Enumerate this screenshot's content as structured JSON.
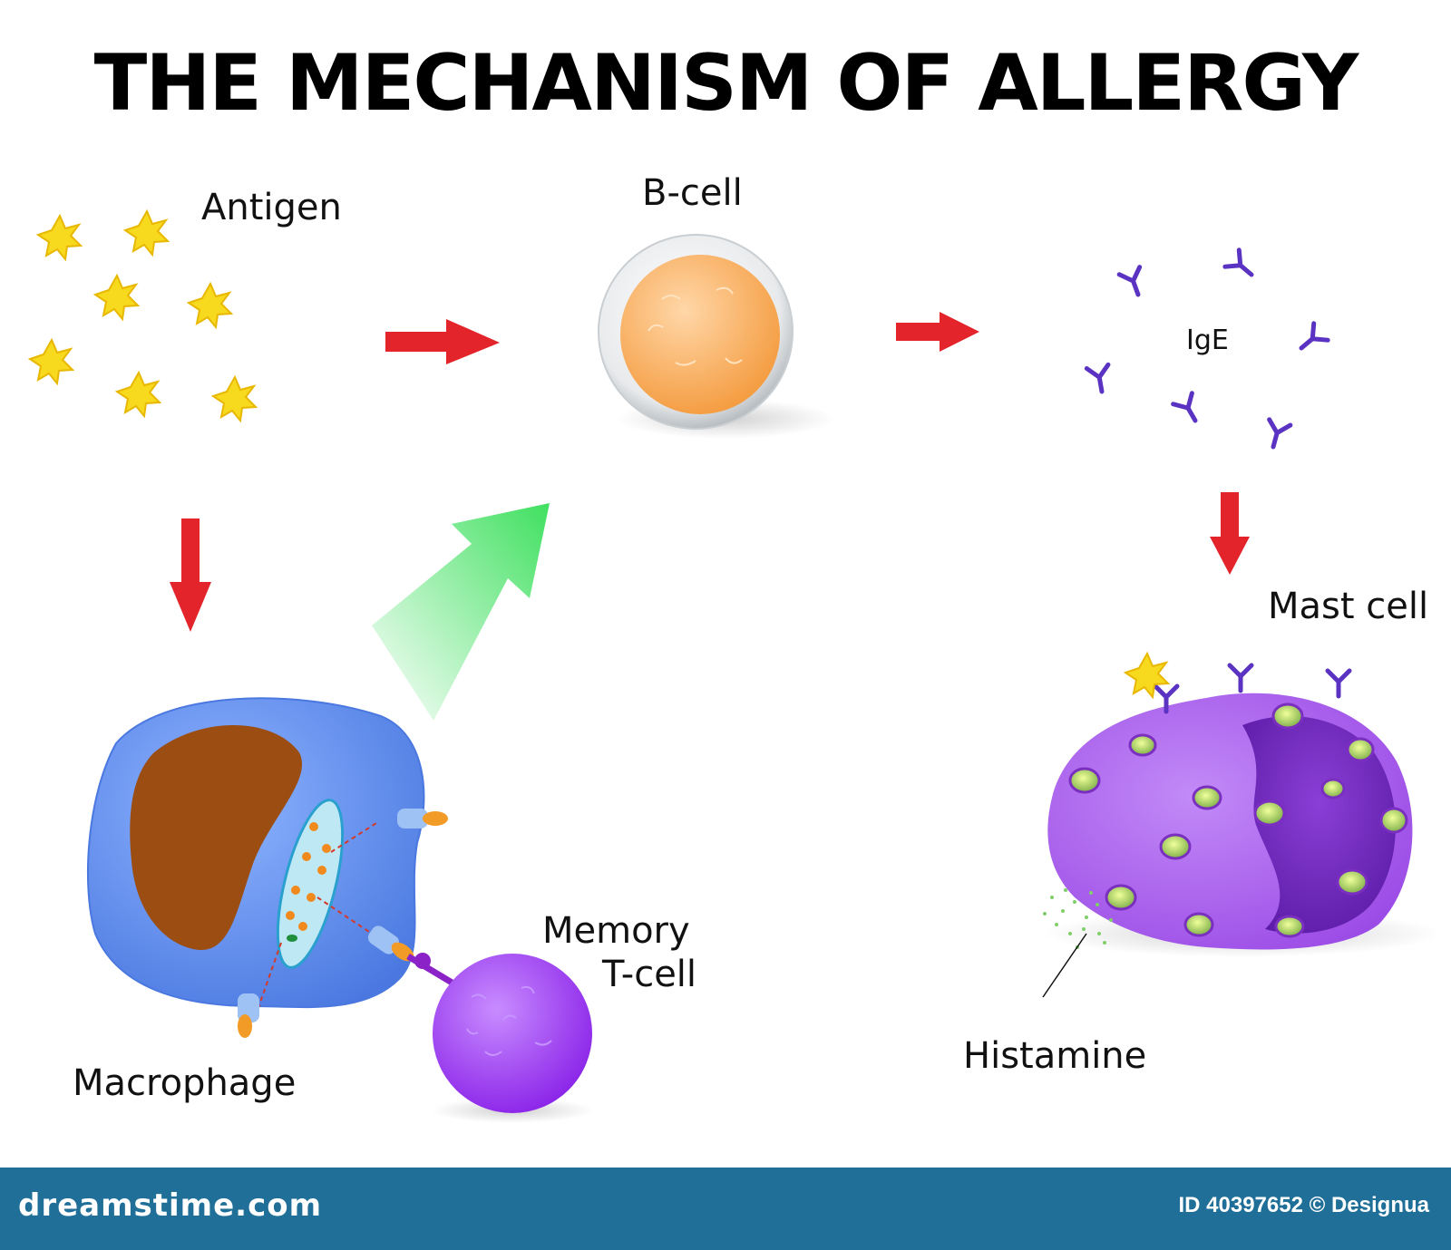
{
  "title": "THE MECHANISM OF ALLERGY",
  "labels": {
    "antigen": "Antigen",
    "b_cell": "B-cell",
    "ige": "IgE",
    "mast_cell": "Mast cell",
    "memory_line1": "Memory",
    "memory_line2": "T-cell",
    "macrophage": "Macrophage",
    "histamine": "Histamine"
  },
  "footer": {
    "site": "dreamstime.com",
    "id_text": "ID 40397652 © Designua"
  },
  "colors": {
    "arrow_red": "#e3242b",
    "arrow_green": "#3fe05f",
    "antigen_yellow": "#f7d91d",
    "b_cell_orange": "#f7a64d",
    "ige_purple": "#5a33c2",
    "macrophage_blue": "#5f8ff0",
    "nucleus_brown": "#9b4d12",
    "t_cell_purple": "#9b3bf0",
    "mast_cell_violet": "#a45fe8",
    "granule_green": "#9ccc5a",
    "footer_bg": "#1f6f98"
  }
}
